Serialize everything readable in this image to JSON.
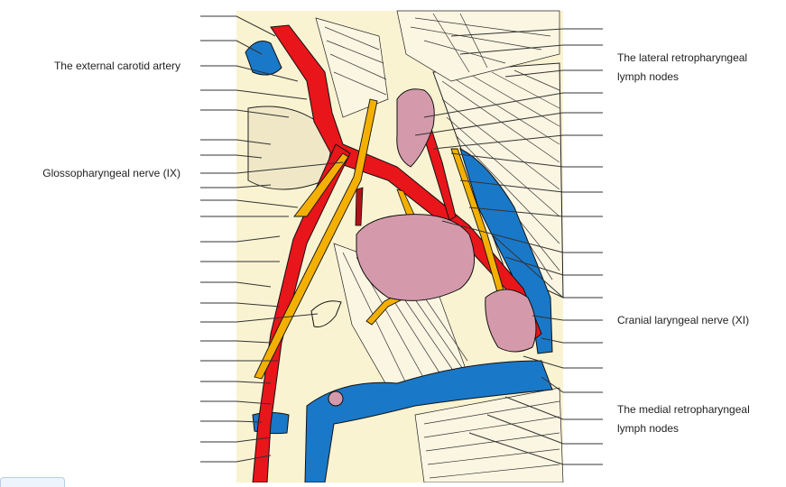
{
  "labels": {
    "external_carotid": "The external carotid artery",
    "glossopharyngeal": "Glossopharyngeal nerve (IX)",
    "lateral_nodes_line1": "The lateral retropharyngeal",
    "lateral_nodes_line2": "lymph nodes",
    "cranial_laryngeal": "Cranial laryngeal nerve (XI)",
    "medial_nodes_line1": "The medial retropharyngeal",
    "medial_nodes_line2": "lymph nodes"
  },
  "colors": {
    "background_panel": "#faf3d2",
    "artery": "#e8151b",
    "nerve": "#f4b000",
    "vein": "#1a78c8",
    "lymph_node": "#d49aab",
    "outline": "#1a1a1a"
  }
}
